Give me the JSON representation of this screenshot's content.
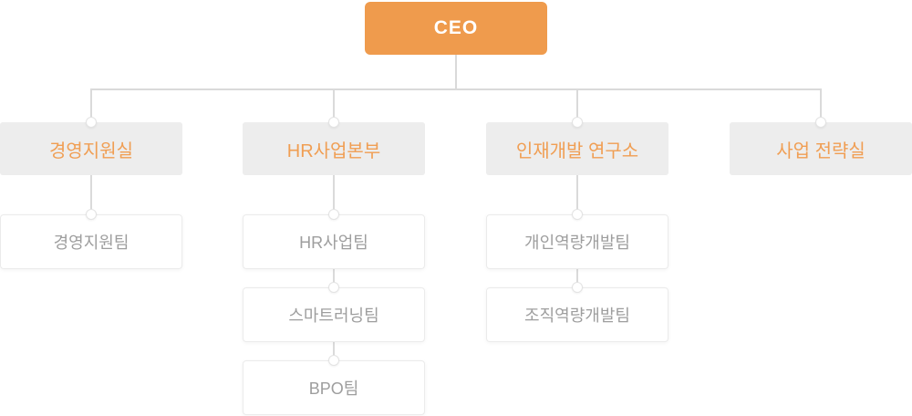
{
  "org_chart": {
    "root": {
      "label": "CEO"
    },
    "departments": [
      {
        "label": "경영지원실",
        "teams": [
          {
            "label": "경영지원팀"
          }
        ]
      },
      {
        "label": "HR사업본부",
        "teams": [
          {
            "label": "HR사업팀"
          },
          {
            "label": "스마트러닝팀"
          },
          {
            "label": "BPO팀"
          }
        ]
      },
      {
        "label": "인재개발 연구소",
        "teams": [
          {
            "label": "개인역량개발팀"
          },
          {
            "label": "조직역량개발팀"
          }
        ]
      },
      {
        "label": "사업 전략실",
        "teams": []
      }
    ],
    "colors": {
      "accent_orange": "#EF9B4D",
      "dept_box_bg": "#EDEDED",
      "dept_text": "#F09E53",
      "team_text": "#9E9E9E",
      "team_box_border": "#EBEBEB",
      "connector_line": "#DADADA",
      "ceo_text": "#FFFFFF"
    }
  }
}
